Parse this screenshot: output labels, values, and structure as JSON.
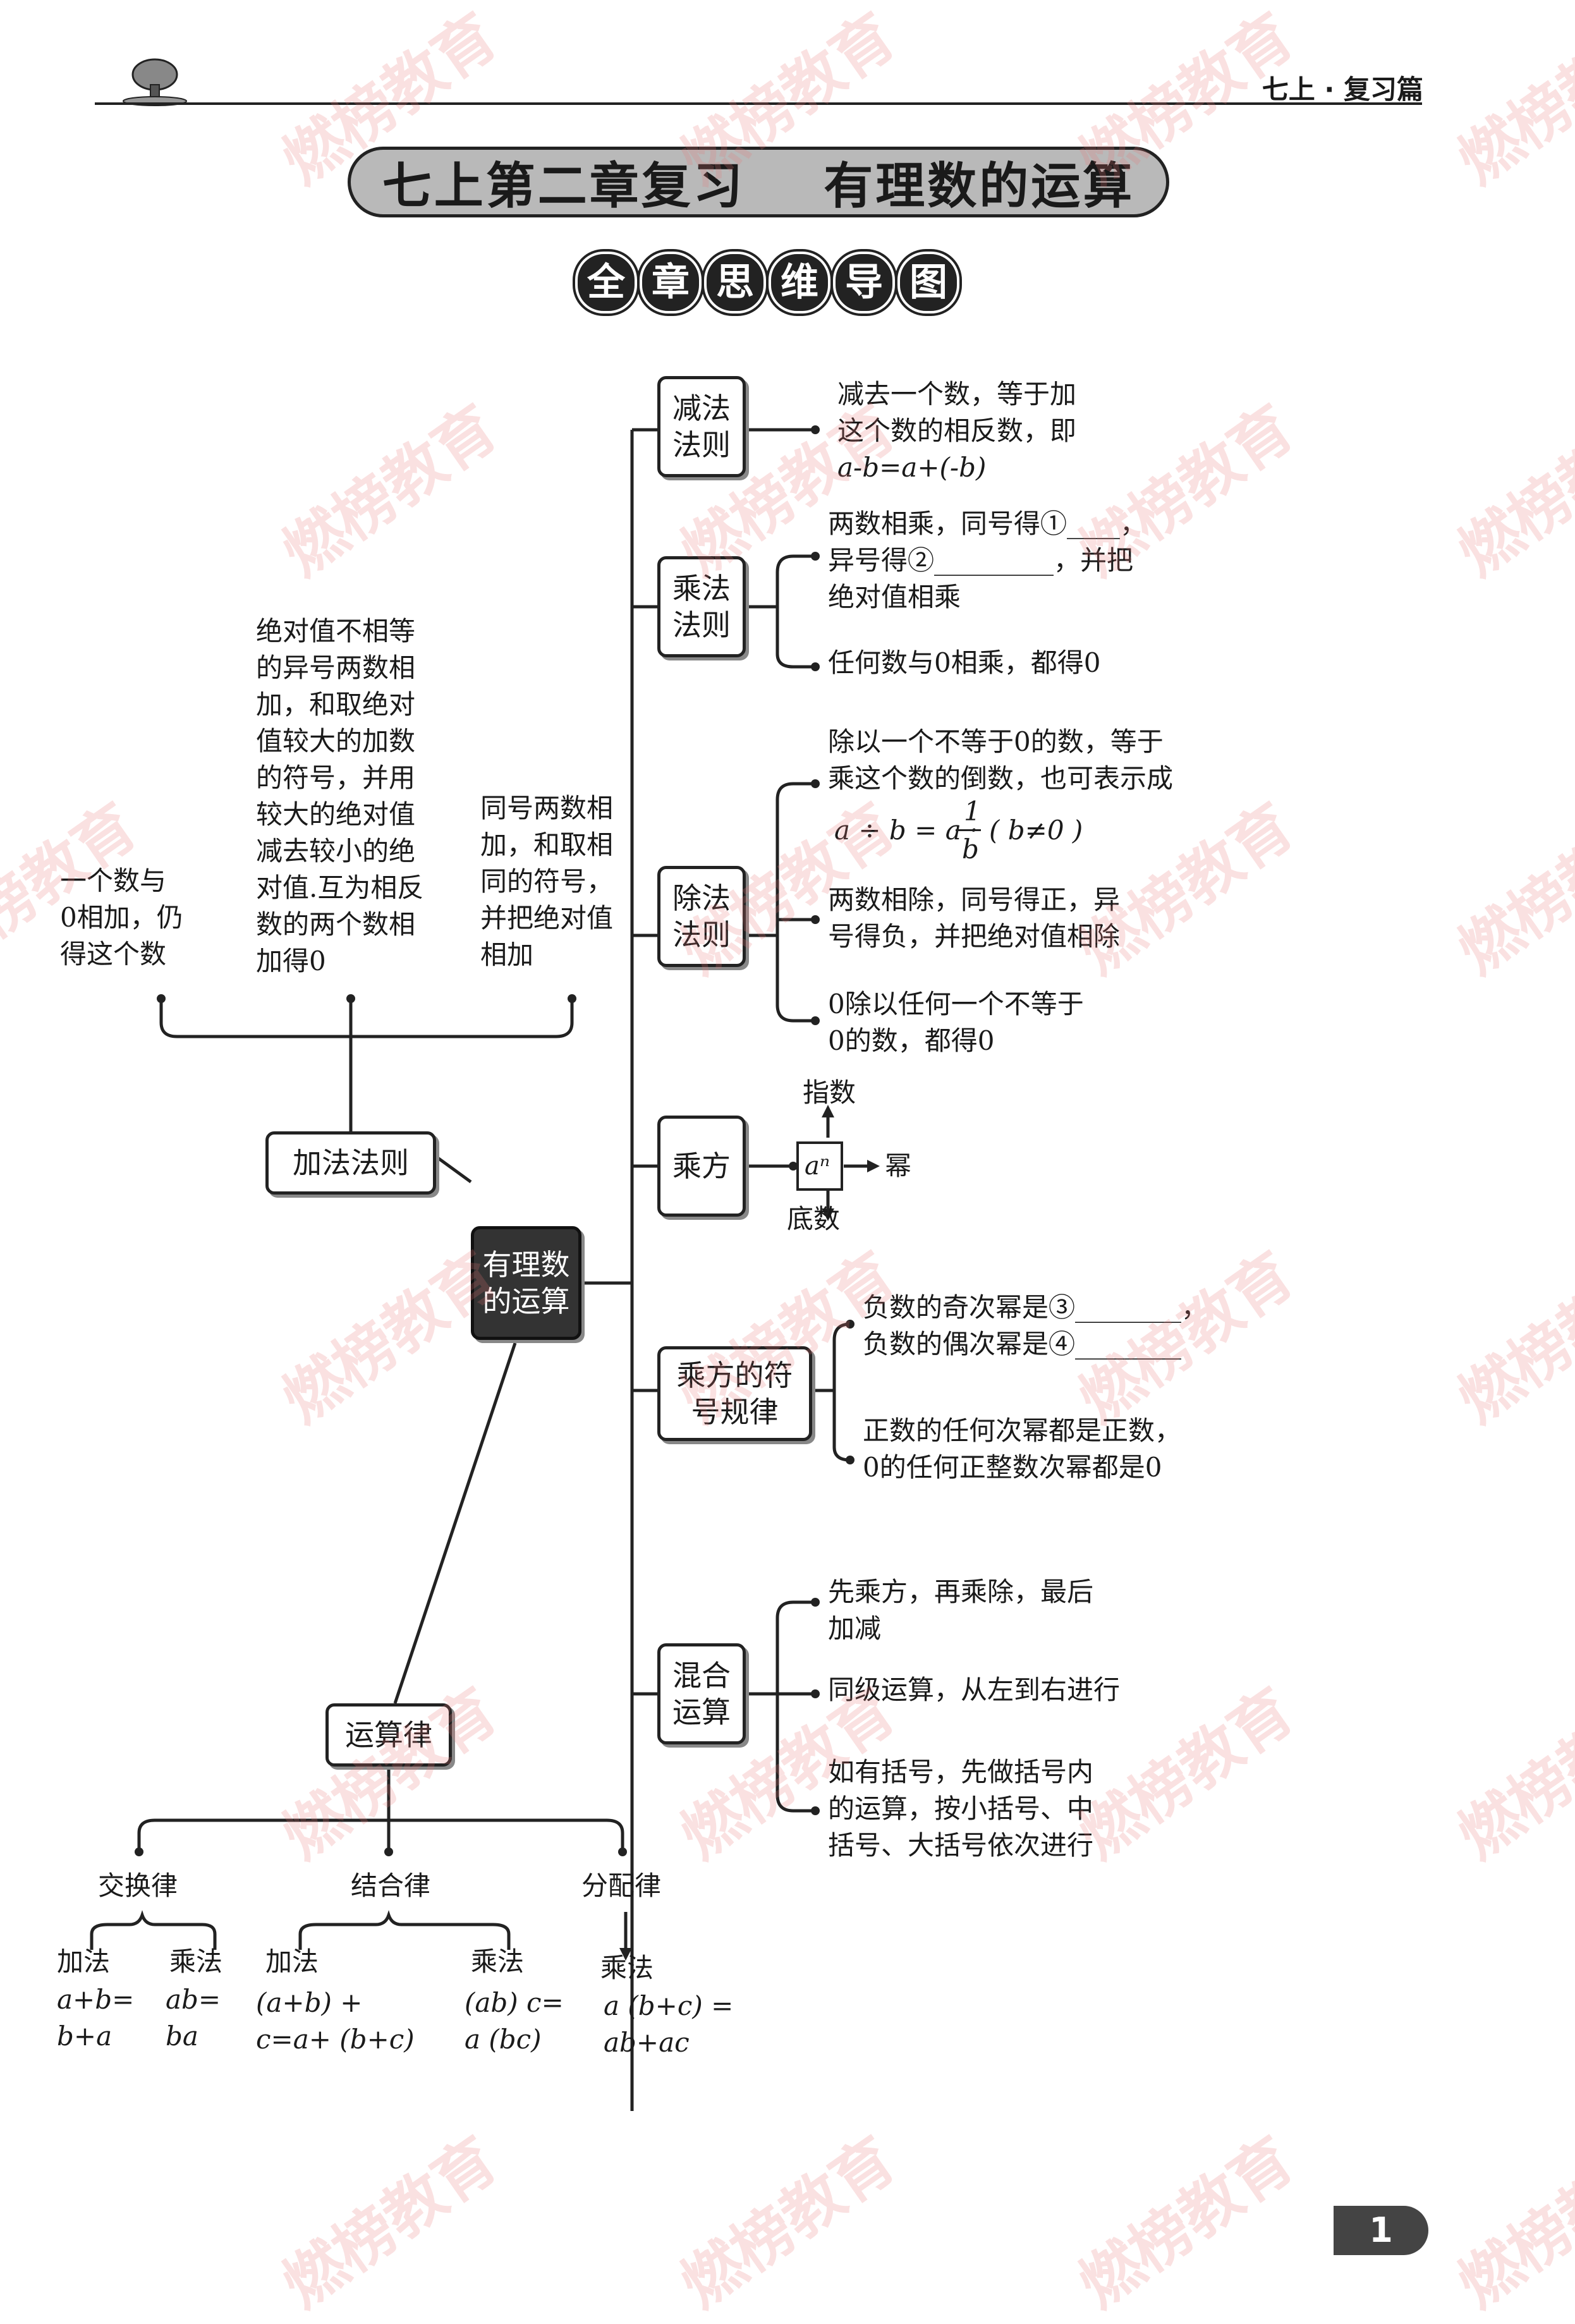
{
  "header": {
    "section": "七上 · 复习篇"
  },
  "banner": {
    "title": "七上第二章复习    有理数的运算"
  },
  "subtitle": {
    "chars": [
      "全",
      "章",
      "思",
      "维",
      "导",
      "图"
    ]
  },
  "center": {
    "label": "有理数\n的运算"
  },
  "addition": {
    "label": "加法法则",
    "rule_zero": "一个数与\n0相加，仍\n得这个数",
    "rule_diff": "绝对值不相等\n的异号两数相\n加，和取绝对\n值较大的加数\n的符号，并用\n较大的绝对值\n减去较小的绝\n对值.互为相反\n数的两个数相\n加得0",
    "rule_same": "同号两数相\n加，和取相\n同的符号，\n并把绝对值\n相加"
  },
  "subtraction": {
    "label": "减法\n法则",
    "rule": "减去一个数，等于加\n这个数的相反数，即",
    "formula": "a-b=a+(-b)"
  },
  "multiplication": {
    "label": "乘法\n法则",
    "rule_sign": "两数相乘，同号得①____，\n异号得②_________，并把\n绝对值相乘",
    "rule_zero": "任何数与0相乘，都得0"
  },
  "division": {
    "label": "除法\n法则",
    "rule_reciprocal": "除以一个不等于0的数，等于\n乘这个数的倒数，也可表示成",
    "formula_left": "a ÷ b = a ·",
    "formula_num": "1",
    "formula_den": "b",
    "formula_right": "( b≠0 )",
    "rule_sign": "两数相除，同号得正，异\n号得负，并把绝对值相除",
    "rule_zero": "0除以任何一个不等于\n0的数，都得0"
  },
  "power": {
    "label": "乘方",
    "symbol": "aⁿ",
    "exponent": "指数",
    "base": "底数",
    "result": "幂"
  },
  "power_sign": {
    "label": "乘方的符\n号规律",
    "rule_neg": "负数的奇次幂是③________，\n负数的偶次幂是④________",
    "rule_pos": "正数的任何次幂都是正数，\n0的任何正整数次幂都是0"
  },
  "mixed": {
    "label": "混合\n运算",
    "rule_order": "先乘方，再乘除，最后\n加减",
    "rule_same_level": "同级运算，从左到右进行",
    "rule_brackets": "如有括号，先做括号内\n的运算，按小括号、中\n括号、大括号依次进行"
  },
  "laws": {
    "label": "运算律",
    "commutative": {
      "name": "交换律",
      "add_label": "加法",
      "add_formula": "a+b=\nb+a",
      "mul_label": "乘法",
      "mul_formula": "ab=\nba"
    },
    "associative": {
      "name": "结合律",
      "add_label": "加法",
      "add_formula": "(a+b) +\nc=a+ (b+c)",
      "mul_label": "乘法",
      "mul_formula": "(ab) c=\na (bc)"
    },
    "distributive": {
      "name": "分配律",
      "mul_label": "乘法",
      "mul_formula": "a (b+c) =\nab+ac"
    }
  },
  "watermark": {
    "text": "燃榜教育"
  },
  "page_number": "1"
}
